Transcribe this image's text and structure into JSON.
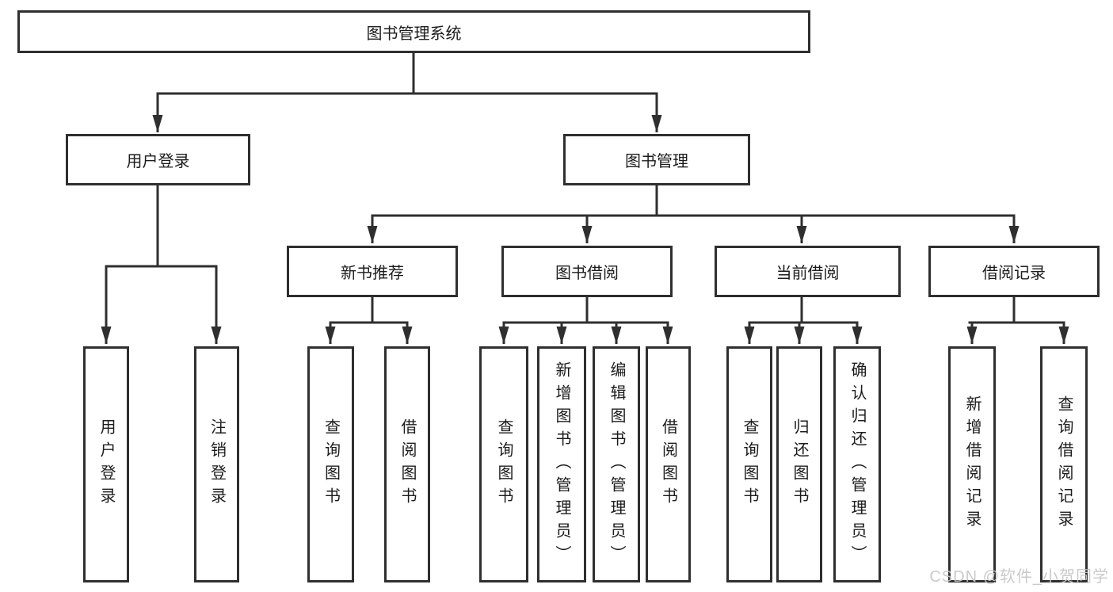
{
  "diagram": {
    "root": {
      "label": "图书管理系统"
    },
    "branches": [
      {
        "label": "用户登录",
        "leaves": [
          {
            "label": "用户登录"
          },
          {
            "label": "注销登录"
          }
        ]
      },
      {
        "label": "图书管理",
        "groups": [
          {
            "label": "新书推荐",
            "leaves": [
              {
                "label": "查询图书"
              },
              {
                "label": "借阅图书"
              }
            ]
          },
          {
            "label": "图书借阅",
            "leaves": [
              {
                "label": "查询图书"
              },
              {
                "label": "新增图书（管理员）"
              },
              {
                "label": "编辑图书（管理员）"
              },
              {
                "label": "借阅图书"
              }
            ]
          },
          {
            "label": "当前借阅",
            "leaves": [
              {
                "label": "查询图书"
              },
              {
                "label": "归还图书"
              },
              {
                "label": "确认归还（管理员）"
              }
            ]
          },
          {
            "label": "借阅记录",
            "leaves": [
              {
                "label": "新增借阅记录"
              },
              {
                "label": "查询借阅记录"
              }
            ]
          }
        ]
      }
    ]
  },
  "watermark": {
    "text": "CSDN @软件_小贺同学"
  },
  "colors": {
    "line": "#2f2f2f",
    "box_border": "#2f2f2f",
    "text": "#1c1c1c",
    "watermark": "#c6c6c6",
    "background": "#ffffff"
  }
}
